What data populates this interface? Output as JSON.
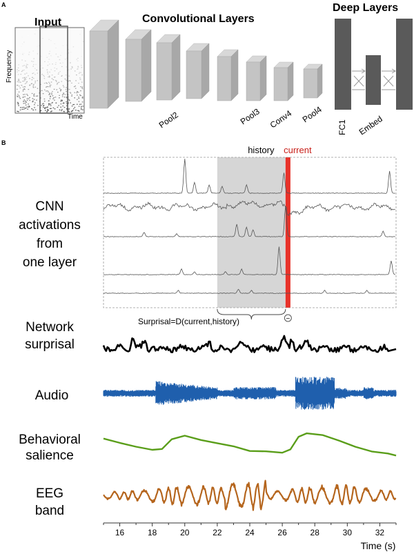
{
  "panel_a": {
    "letter": "A",
    "input_title": "Input",
    "freq_label": "Frequency",
    "time_label": "Time",
    "conv_title": "Convolutional Layers",
    "deep_title": "Deep Layers",
    "layer_labels": {
      "pool2": "Pool2",
      "pool3": "Pool3",
      "conv4": "Conv4",
      "pool4": "Pool4",
      "fc1": "FC1",
      "embed": "Embed"
    }
  },
  "panel_b": {
    "letter": "B",
    "history_label": "history",
    "current_label": "current",
    "surprisal_formula": "Surprisal=D(current,history)",
    "minus_sign": "−",
    "rows": {
      "cnn": [
        "CNN",
        "activations",
        "from",
        "one layer"
      ],
      "surprisal": [
        "Network",
        "surprisal"
      ],
      "audio": [
        "Audio"
      ],
      "behavioral": [
        "Behavioral",
        "salience"
      ],
      "eeg": [
        "EEG",
        "band"
      ]
    },
    "colors": {
      "surprisal": "#000000",
      "audio": "#1f5fad",
      "behavioral": "#5a9e1a",
      "eeg": "#b5651d",
      "current": "#e8322a",
      "history": "#d6d6d6"
    }
  },
  "chart_data": {
    "type": "line",
    "xlabel": "Time (s)",
    "xlim": [
      15,
      33
    ],
    "xticks": [
      16,
      18,
      20,
      22,
      24,
      26,
      28,
      30,
      32
    ],
    "history_window": [
      22,
      26.2
    ],
    "current_time": [
      26.2,
      26.5
    ]
  }
}
